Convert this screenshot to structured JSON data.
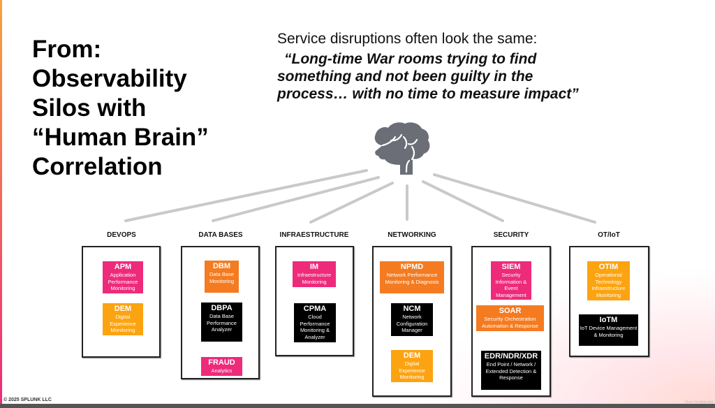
{
  "title": "From:\nObservability\nSilos with\n“Human Brain”\nCorrelation",
  "subtitle": "Service disruptions often look the same:",
  "quote": "“Long-time War rooms trying to find something and not been guilty in the process… with no time to measure impact”",
  "colors": {
    "pink": "#ee2a7b",
    "orange": "#f47b20",
    "amber": "#fca311",
    "black": "#000000",
    "brain": "#6b6e76"
  },
  "columns": [
    {
      "heading": "DEVOPS",
      "cards": [
        {
          "abbr": "APM",
          "desc": "Application Performance Monitoring",
          "color": "pink"
        },
        {
          "abbr": "DEM",
          "desc": "Digital Experience Monitoring",
          "color": "amber"
        }
      ]
    },
    {
      "heading": "DATA BASES",
      "cards": [
        {
          "abbr": "DBM",
          "desc": "Data Base Monitoring",
          "color": "orange"
        },
        {
          "abbr": "DBPA",
          "desc": "Data Base Performance Analyzer",
          "color": "black"
        },
        {
          "abbr": "FRAUD",
          "desc": "Analytics",
          "color": "pink"
        }
      ]
    },
    {
      "heading": "INFRAESTRUCTURE",
      "cards": [
        {
          "abbr": "IM",
          "desc": "Infraestructure Monitoring",
          "color": "pink"
        },
        {
          "abbr": "CPMA",
          "desc": "Cloud Performance Monitoring & Analyzer",
          "color": "black"
        }
      ]
    },
    {
      "heading": "NETWORKING",
      "cards": [
        {
          "abbr": "NPMD",
          "desc": "Network Performance Monitoring & Diagnosis",
          "color": "orange"
        },
        {
          "abbr": "NCM",
          "desc": "Network Configuration Manager",
          "color": "black"
        },
        {
          "abbr": "DEM",
          "desc": "Digital Experience Monitoring",
          "color": "amber"
        }
      ]
    },
    {
      "heading": "SECURITY",
      "cards": [
        {
          "abbr": "SIEM",
          "desc": "Security Information & Event Management",
          "color": "pink"
        },
        {
          "abbr": "SOAR",
          "desc": "Security Orchestration Automation & Response",
          "color": "orange"
        },
        {
          "abbr": "EDR/NDR/XDR",
          "desc": "End Point / Network / Extended Detection & Response",
          "color": "black"
        }
      ]
    },
    {
      "heading": "OT/IoT",
      "cards": [
        {
          "abbr": "OTIM",
          "desc": "Operational Technology Infraestructure Monitoring",
          "color": "amber"
        },
        {
          "abbr": "IoTM",
          "desc": "IoT Device Management & Monitoring",
          "color": "black"
        }
      ]
    }
  ],
  "footer": {
    "copyright": "© 2025 SPLUNK LLC",
    "confidential": "Cisco Confidential"
  }
}
